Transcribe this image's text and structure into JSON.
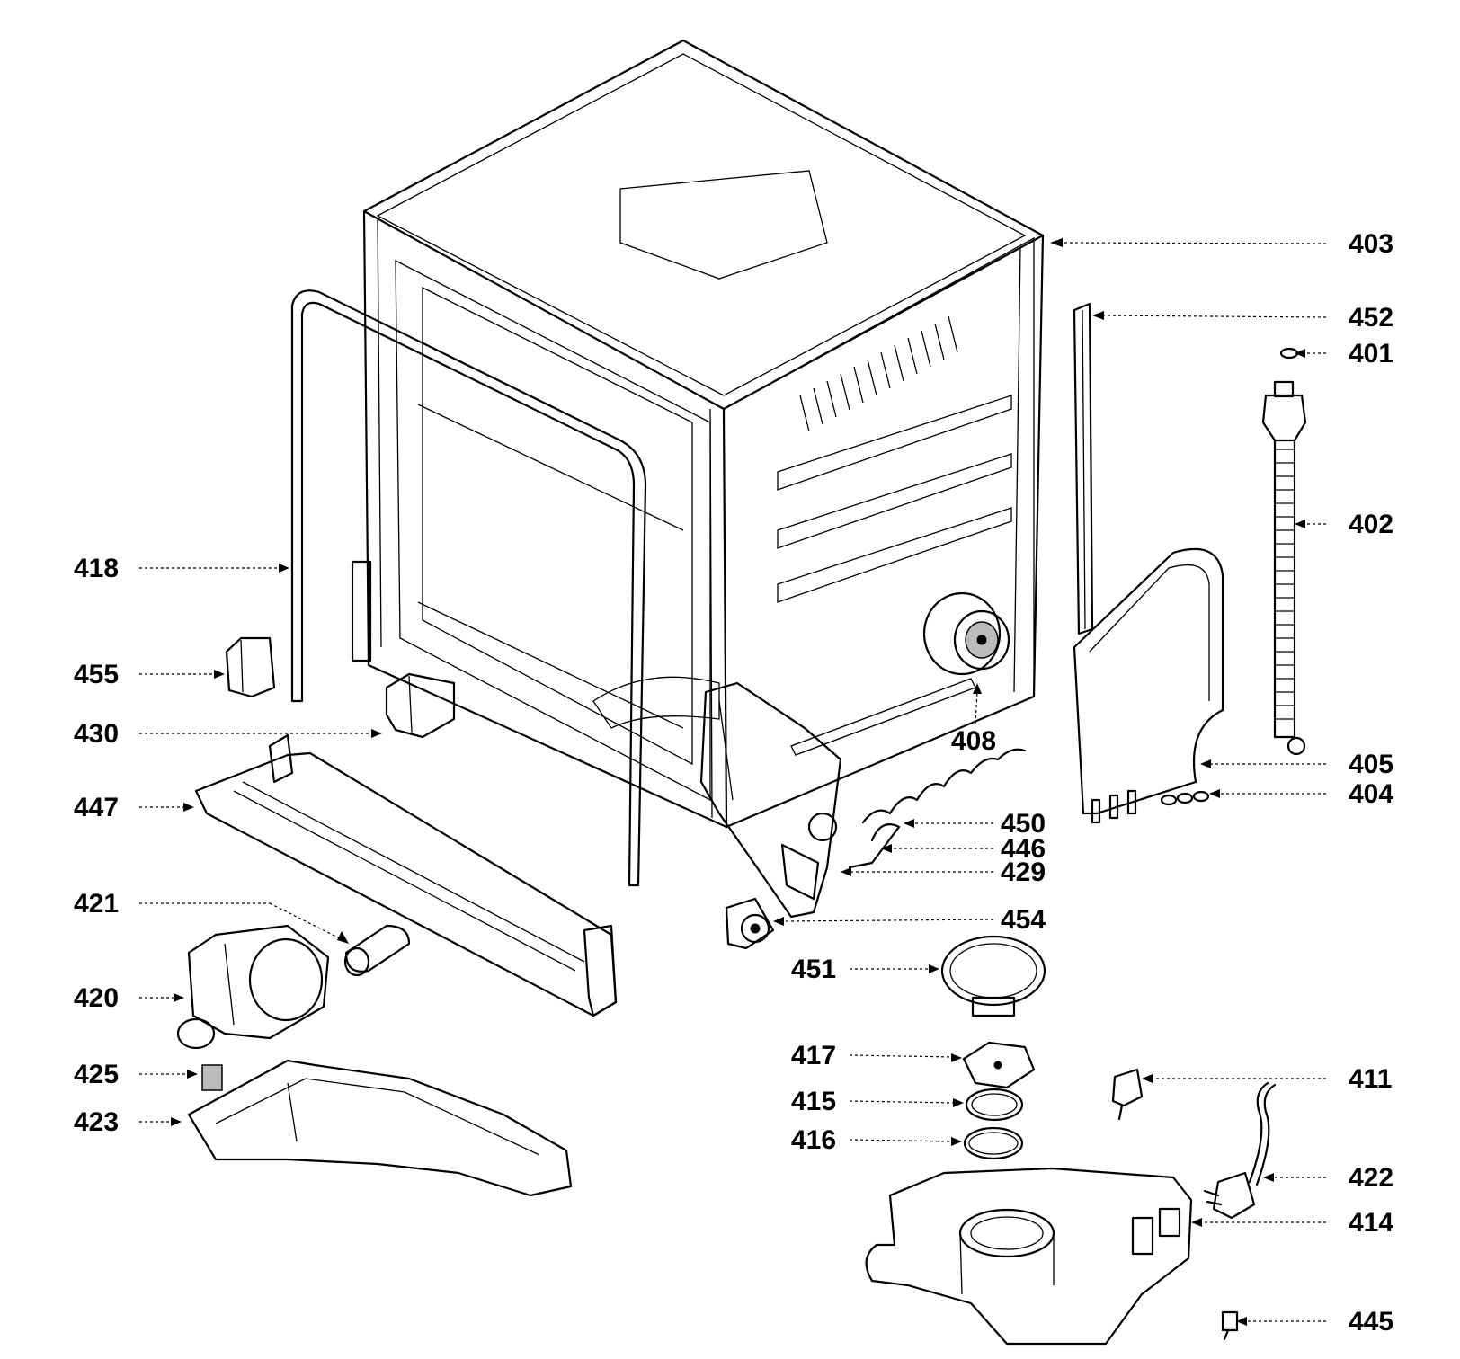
{
  "callouts": [
    {
      "id": "403",
      "label": "403"
    },
    {
      "id": "452",
      "label": "452"
    },
    {
      "id": "401",
      "label": "401"
    },
    {
      "id": "402",
      "label": "402"
    },
    {
      "id": "418",
      "label": "418"
    },
    {
      "id": "455",
      "label": "455"
    },
    {
      "id": "430",
      "label": "430"
    },
    {
      "id": "447",
      "label": "447"
    },
    {
      "id": "408",
      "label": "408"
    },
    {
      "id": "405",
      "label": "405"
    },
    {
      "id": "404",
      "label": "404"
    },
    {
      "id": "450",
      "label": "450"
    },
    {
      "id": "446",
      "label": "446"
    },
    {
      "id": "429",
      "label": "429"
    },
    {
      "id": "421",
      "label": "421"
    },
    {
      "id": "454",
      "label": "454"
    },
    {
      "id": "451",
      "label": "451"
    },
    {
      "id": "420",
      "label": "420"
    },
    {
      "id": "417",
      "label": "417"
    },
    {
      "id": "411",
      "label": "411"
    },
    {
      "id": "425",
      "label": "425"
    },
    {
      "id": "415",
      "label": "415"
    },
    {
      "id": "423",
      "label": "423"
    },
    {
      "id": "416",
      "label": "416"
    },
    {
      "id": "422",
      "label": "422"
    },
    {
      "id": "414",
      "label": "414"
    },
    {
      "id": "445",
      "label": "445"
    }
  ]
}
